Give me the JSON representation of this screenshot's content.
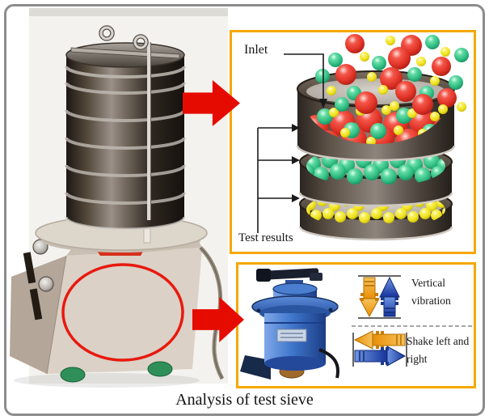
{
  "figure": {
    "caption": "Analysis of test sieve"
  },
  "sieve_panel": {
    "inlet_label": "Inlet",
    "test_results_label": "Test results",
    "layers": [
      {
        "position": "top sieve",
        "ball_color": "red",
        "ball_size": "large"
      },
      {
        "position": "middle sieve",
        "ball_color": "green",
        "ball_size": "medium"
      },
      {
        "position": "bottom sieve",
        "ball_color": "yellow",
        "ball_size": "small"
      }
    ]
  },
  "motor_panel": {
    "vertical_vibration_label": "Vertical vibration",
    "shake_label": "Shake left and right"
  },
  "colors": {
    "frame_gray": "#8c8c8c",
    "panel_border_orange": "#f5a800",
    "arrow_red": "#e60b00",
    "ball_red": "#e23a2c",
    "ball_green": "#3cc68e",
    "ball_yellow": "#f2e41f",
    "motor_blue": "#3a6fc0",
    "vibration_arrow_orange": "#ee9812",
    "vibration_arrow_blue": "#1f4bb0"
  }
}
